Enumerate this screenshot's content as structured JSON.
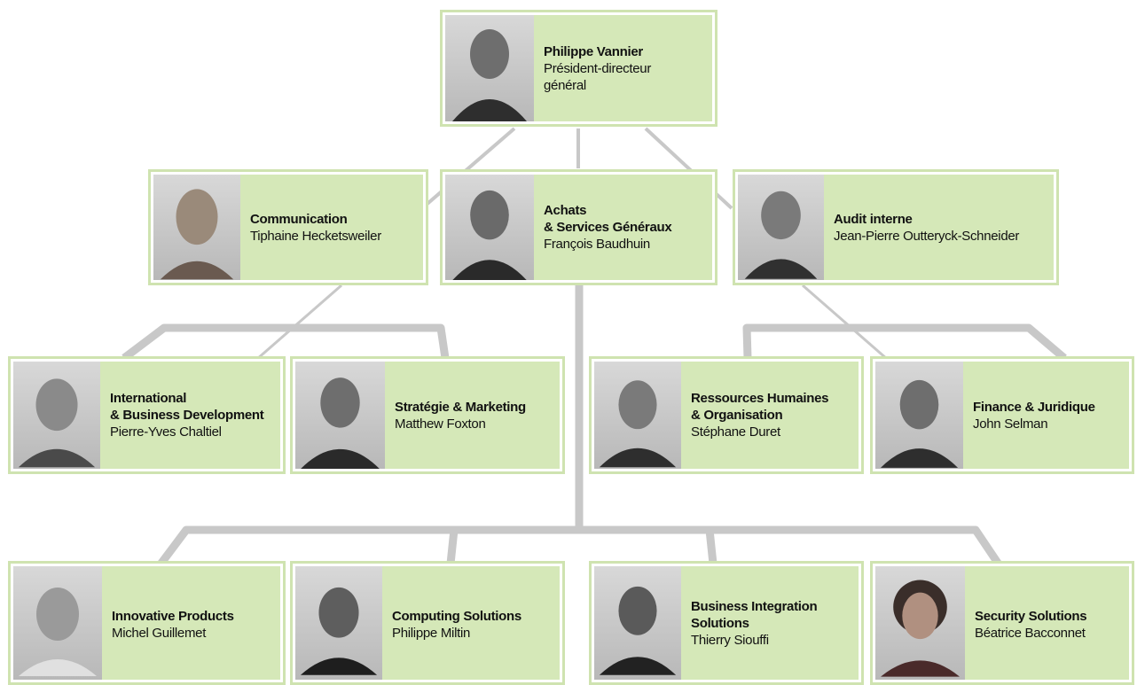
{
  "org_chart": {
    "top": {
      "title": "Philippe Vannier",
      "subtitle": "Président-directeur\ngénéral"
    },
    "staff": [
      {
        "title": "Communication",
        "person": "Tiphaine Hecketsweiler"
      },
      {
        "title": "Achats\n& Services Généraux",
        "person": "François Baudhuin"
      },
      {
        "title": "Audit interne",
        "person": "Jean-Pierre Outteryck-Schneider"
      }
    ],
    "functions": [
      {
        "title": "International\n& Business Development",
        "person": "Pierre-Yves Chaltiel"
      },
      {
        "title": "Stratégie & Marketing",
        "person": "Matthew Foxton"
      },
      {
        "title": "Ressources Humaines\n& Organisation",
        "person": "Stéphane Duret"
      },
      {
        "title": "Finance & Juridique",
        "person": "John Selman"
      }
    ],
    "business_units": [
      {
        "title": "Innovative Products",
        "person": "Michel Guillemet"
      },
      {
        "title": "Computing Solutions",
        "person": "Philippe Miltin"
      },
      {
        "title": "Business Integration\nSolutions",
        "person": "Thierry Siouffi"
      },
      {
        "title": "Security Solutions",
        "person": "Béatrice Bacconnet"
      }
    ]
  },
  "colors": {
    "card_fill": "#d5e8b8",
    "card_border": "#cfe3b0",
    "connector": "#c8c8c8",
    "photo_bg": "#c4c4c4"
  }
}
